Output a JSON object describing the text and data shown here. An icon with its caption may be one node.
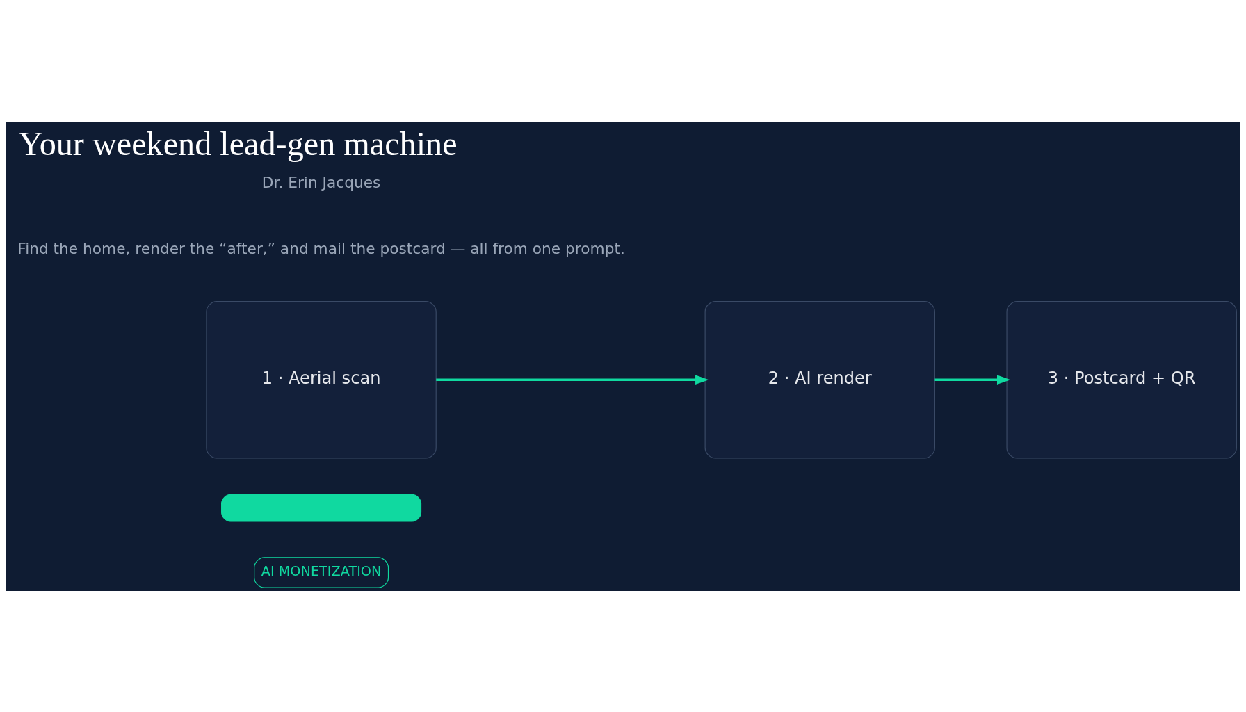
{
  "diagram": {
    "title": "Your weekend lead-gen machine",
    "nodes": [
      {
        "text": [
          "AI MONETIZATION"
        ]
      },
      {
        "text": [],
        "shape": "box"
      },
      {
        "text": [
          "1 · Aerial scan"
        ]
      },
      {
        "text": [
          "2 · AI render"
        ]
      },
      {
        "text": [
          "3 · Postcard + QR"
        ]
      }
    ],
    "edges": [
      {
        "from": 2,
        "to": 3,
        "arrow": "to"
      },
      {
        "from": 3,
        "to": 4,
        "arrow": "to"
      }
    ],
    "labels": [
      "Find the home, render the “after,” and mail the postcard — all from one prompt.",
      "Dr. Erin Jacques"
    ]
  }
}
